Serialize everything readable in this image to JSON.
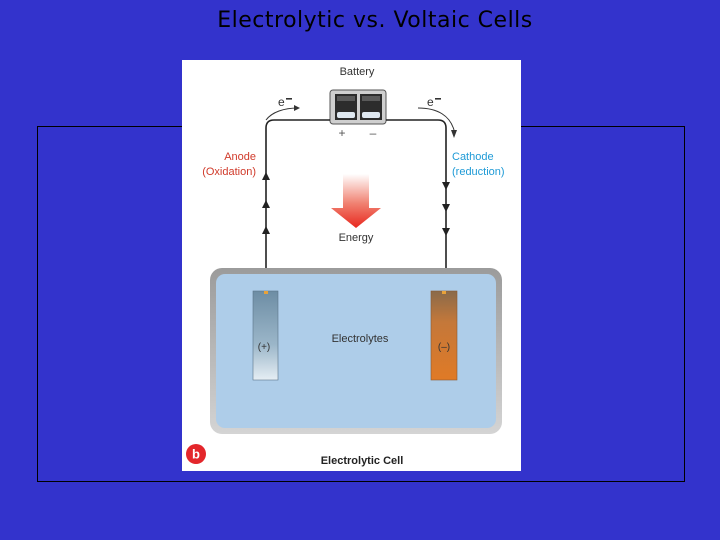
{
  "slide": {
    "title": "Electrolytic vs. Voltaic Cells"
  },
  "figure": {
    "panel_letter": "b",
    "caption": "Electrolytic Cell",
    "battery_label": "Battery",
    "battery_plus": "+",
    "battery_minus": "–",
    "electron_left": "e",
    "electron_right": "e",
    "anode_line1": "Anode",
    "anode_line2": "(Oxidation)",
    "cathode_line1": "Cathode",
    "cathode_line2": "(reduction)",
    "energy_label": "Energy",
    "electrolytes_label": "Electrolytes",
    "anode_sign": "(+)",
    "cathode_sign": "(–)"
  },
  "colors": {
    "background": "#3333cc",
    "anode_text": "#d03a2a",
    "cathode_text": "#1e9ad6",
    "energy_arrow": "#e8281e",
    "electrolyte": "#aecde9",
    "cathode_electrode": "#cd7630",
    "anode_electrode": "#7f9fb5"
  }
}
